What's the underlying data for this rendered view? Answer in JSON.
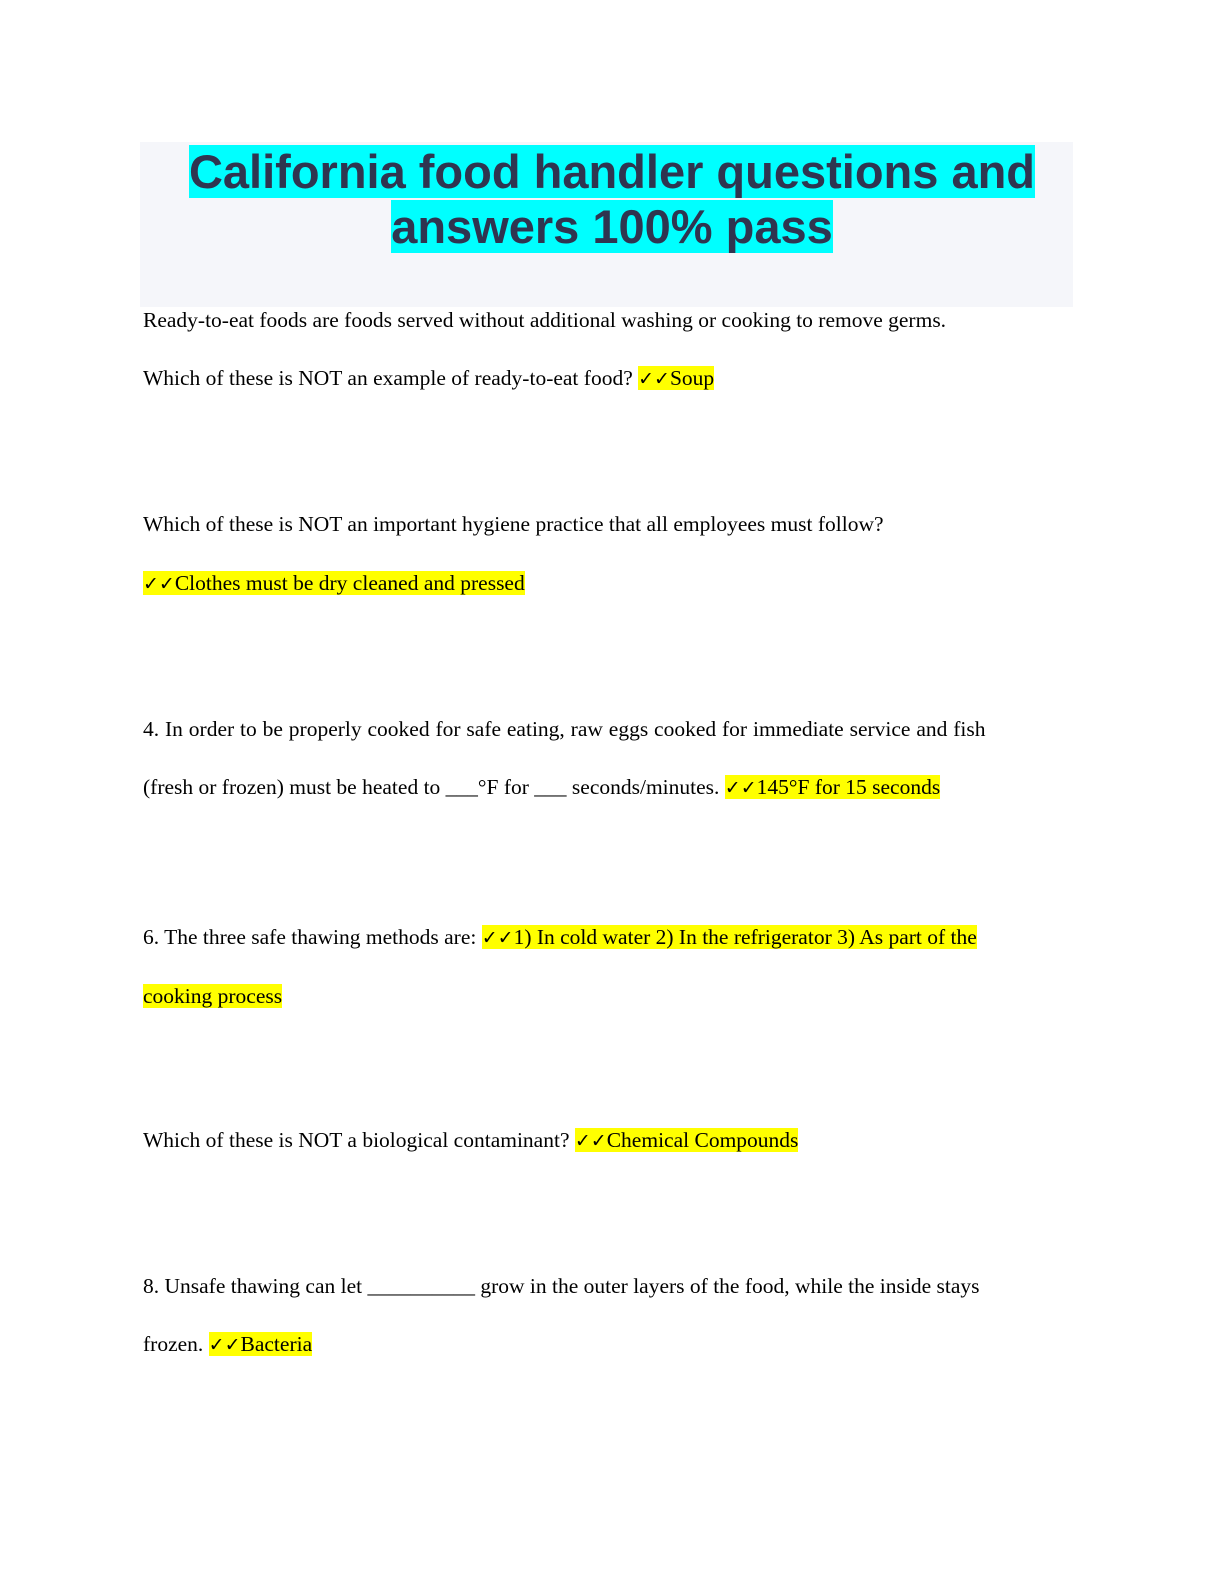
{
  "title": [
    "California food handler questions and",
    "answers 100% pass"
  ],
  "check_mark": "✓✓",
  "intro": "Ready-to-eat foods are foods served without additional washing or cooking to remove germs.",
  "questions": [
    {
      "lines": [
        "Which of these is NOT an example of ready-to-eat food? "
      ],
      "answer": [
        "Soup"
      ]
    },
    {
      "lines": [
        "Which of these is NOT an important hygiene practice that all employees must follow?"
      ],
      "answer": [
        "Clothes must be dry cleaned and pressed"
      ]
    },
    {
      "lines": [
        "4. In order to be properly cooked for safe eating, raw eggs cooked for immediate service and fish",
        "(fresh or frozen) must be heated to ___°F for ___ seconds/minutes. "
      ],
      "answer": [
        "145°F for 15 seconds"
      ]
    },
    {
      "lines": [
        "6. The three safe thawing methods are: "
      ],
      "answer": [
        "1) In cold water 2) In the refrigerator 3) As part of the",
        "cooking process"
      ]
    },
    {
      "lines": [
        "Which of these is NOT a biological contaminant? "
      ],
      "answer": [
        "Chemical Compounds"
      ]
    },
    {
      "lines": [
        "8. Unsafe thawing can let __________ grow in the outer layers of the food, while the inside stays",
        "frozen. "
      ],
      "answer": [
        "Bacteria"
      ]
    }
  ]
}
